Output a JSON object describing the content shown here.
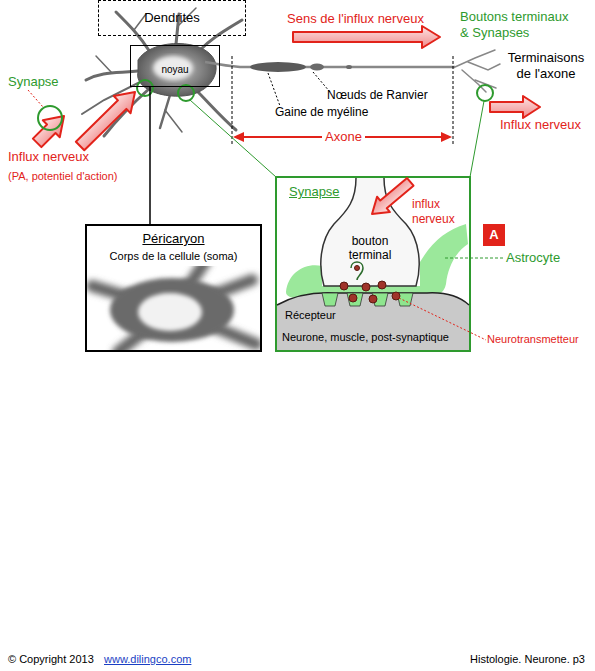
{
  "diagram": {
    "nodes": [
      {
        "text": [
          "Dendrites"
        ]
      },
      {
        "text": [
          "noyau"
        ]
      },
      {
        "text": [
          "Péricaryon",
          "Corps de la cellule (soma)"
        ]
      },
      {
        "text": [
          "Synapse"
        ]
      },
      {
        "text": [
          "bouton terminal"
        ],
        "in": 3
      },
      {
        "text": [
          "Récepteur",
          "Neurone, muscle, post-synaptique"
        ],
        "in": 3
      },
      {
        "text": [
          "A"
        ]
      }
    ],
    "edges": [
      {
        "from": 2,
        "to": 1,
        "arrow": "none"
      }
    ],
    "labels": [
      "Sens de l'influx nerveux",
      "Boutons terminaux & Synapses",
      "Terminaisons de l'axone",
      "Nœuds de Ranvier",
      "Gaine de myéline",
      "Axone",
      "Synapse",
      "Influx nerveux",
      "(PA, potentiel d'action)",
      "Influx nerveux",
      "influx nerveux",
      "Astrocyte",
      "Neurotransmetteur",
      "© Copyright 2013",
      "www.dilingco.com",
      "Histologie. Neurone. p3"
    ]
  }
}
